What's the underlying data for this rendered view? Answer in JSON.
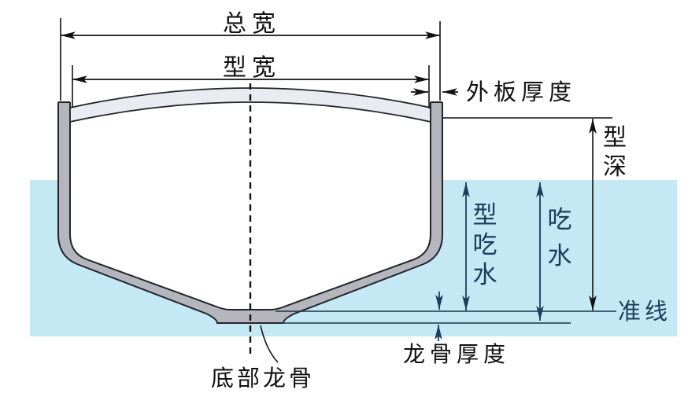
{
  "diagram": {
    "title_hint": "ship hull cross-section dimension diagram",
    "labels": {
      "total_breadth": "总宽",
      "molded_breadth": "型宽",
      "shell_plating_thickness": "外板厚度",
      "molded_depth": [
        "型",
        "深"
      ],
      "molded_draft": [
        "型",
        "吃",
        "水"
      ],
      "draft": [
        "吃",
        "水"
      ],
      "baseline": "准线",
      "keel_thickness": "龙骨厚度",
      "bottom_keel": "底部龙骨"
    },
    "colors": {
      "background": "#ffffff",
      "water": "#c4e8f4",
      "hull_plate": "#b5b5bd",
      "deck_plate": "#e9ebf0",
      "outline": "#23232b",
      "dimension_black": "#111111",
      "dimension_navy": "#1c3c5a",
      "baseline_line": "#16324a"
    }
  }
}
